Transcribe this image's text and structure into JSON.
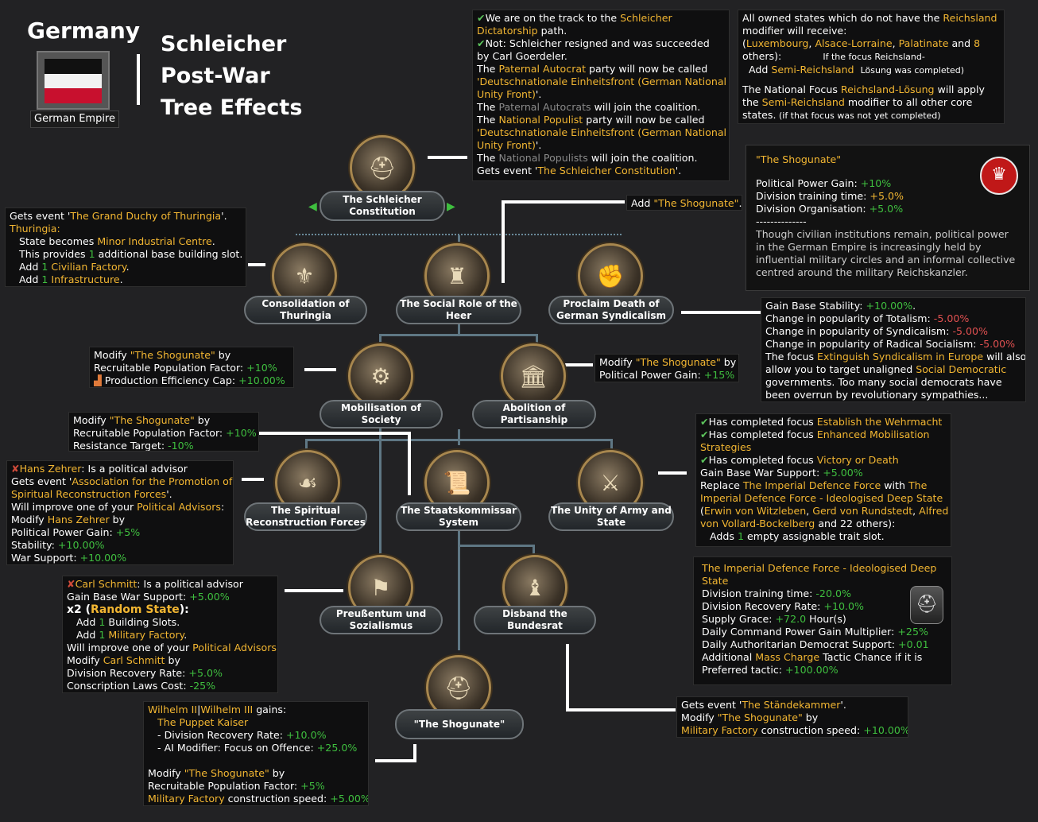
{
  "header": {
    "country": "Germany",
    "flag_caption": "German Empire",
    "flag_colors": [
      "#111111",
      "#f2f2f2",
      "#c8102e"
    ],
    "title_lines": [
      "Schleicher",
      "Post-War",
      "Tree Effects"
    ]
  },
  "nodes": {
    "schleicher": "The Schleicher Constitution",
    "thuringia": "Consolidation of Thuringia",
    "heer": "The Social Role of the Heer",
    "syndicalism": "Proclaim Death of German Syndicalism",
    "mobilisation": "Mobilisation of Society",
    "partisanship": "Abolition of Partisanship",
    "spiritual": "The Spiritual Reconstruction Forces",
    "staatskommissar": "The Staatskommissar System",
    "unity": "The Unity of Army and State",
    "preussentum": "Preußentum und Sozialismus",
    "bundesrat": "Disband the Bundesrat",
    "shogunate": "\"The Shogunate\""
  },
  "tt_schleicher": {
    "l1a": "We are on the track to the ",
    "l1b": "Schleicher",
    "l2a": "Dictatorship",
    " l2b": "",
    "l2c": " path.",
    "l3": "Not: Schleicher resigned and was succeeded",
    "l4": "by Carl Goerdeler.",
    "l5a": "The ",
    "l5b": "Paternal Autocrat",
    "l5c": " party will now be called",
    "l6": "'Deutschnationale Einheitsfront (German National",
    "l7a": "Unity Front)",
    "l7b": "'.",
    "l8a": "The ",
    "l8b": "Paternal Autocrats",
    "l8c": " will join the coalition.",
    "l9a": "The ",
    "l9b": "National Populist",
    "l9c": " party will now be called",
    "l10": "'Deutschnationale Einheitsfront (German National",
    "l11a": "Unity Front)",
    "l11b": "'.",
    "l12a": "The ",
    "l12b": "National Populists",
    "l12c": " will join the coalition.",
    "l13a": "Gets event '",
    "l13b": "The Schleicher Constitution",
    "l13c": "'."
  },
  "tt_reichsland": {
    "l1a": "All owned states which do not have the ",
    "l1b": "Reichsland",
    "l2": "modifier will receive:",
    "l3a": "(",
    "l3b": "Luxembourg",
    "l3c": ", ",
    "l3d": "Alsace-Lorraine",
    "l3e": ", ",
    "l3f": "Palatinate",
    "l3g": " and ",
    "l3h": "8",
    "l4": "others):",
    "l4n": "If the focus Reichsland-",
    "l5a": "Add ",
    "l5b": "Semi-Reichsland",
    "l5n": "Lösung was completed)",
    "l6a": "The National Focus ",
    "l6b": "Reichsland-Lösung",
    "l6c": " will apply",
    "l7a": "the ",
    "l7b": "Semi-Reichsland",
    "l7c": " modifier to all other core",
    "l8": "states.",
    "l8n": " (if that focus was not yet completed)"
  },
  "tt_add_shog": {
    "a": "Add ",
    "b": "\"The Shogunate\"",
    "c": "."
  },
  "tt_shogunate_info": {
    "title": "\"The Shogunate\"",
    "l1a": "Political Power Gain: ",
    "l1b": "+10%",
    "l2a": "Division training time: ",
    "l2b": "+5.0%",
    "l3a": "Division Organisation: ",
    "l3b": "+5.0%",
    "sep": "--------------",
    "d1": "Though civilian institutions remain, political power",
    "d2": "in the German Empire is increasingly held by",
    "d3": "influential military circles and an informal collective",
    "d4": "centred around the military Reichskanzler."
  },
  "tt_thuringia": {
    "l1a": "Gets event '",
    "l1b": "The Grand Duchy of Thuringia",
    "l1c": "'.",
    "l2": "Thuringia:",
    "l3a": "State becomes ",
    "l3b": "Minor Industrial Centre",
    "l4a": "This provides ",
    "l4b": "1",
    "l4c": " additional base building slot.",
    "l5a": "Add ",
    "l5b": "1",
    "l5c": " Civilian Factory",
    "l6a": "Add ",
    "l6b": "1",
    "l6c": " Infrastructure"
  },
  "tt_syndicalism": {
    "l1a": "Gain Base Stability: ",
    "l1b": "+10.00%",
    "l2a": "Change in popularity of Totalism: ",
    "l2b": "-5.00%",
    "l3a": "Change in popularity of Syndicalism: ",
    "l3b": "-5.00%",
    "l4a": "Change in popularity of Radical Socialism: ",
    "l4b": "-5.00%",
    "l5a": "The focus ",
    "l5b": "Extinguish Syndicalism in Europe",
    "l5c": " will also",
    "l6a": "allow you to target unaligned ",
    "l6b": "Social Democratic",
    "l7": "governments. Too many social democrats have",
    "l8": "been overrun by revolutionary sympathies..."
  },
  "tt_mobilisation": {
    "l1a": "Modify ",
    "l1b": "\"The Shogunate\"",
    "l1c": " by",
    "l2a": "Recruitable Population Factor: ",
    "l2b": "+10%",
    "l3a": "Production Efficiency Cap: ",
    "l3b": "+10.00%"
  },
  "tt_partisanship": {
    "l1a": "Modify ",
    "l1b": "\"The Shogunate\"",
    "l1c": " by",
    "l2a": "Political Power Gain: ",
    "l2b": "+15%"
  },
  "tt_staats": {
    "l1a": "Modify ",
    "l1b": "\"The Shogunate\"",
    "l1c": " by",
    "l2a": "Recruitable Population Factor: ",
    "l2b": "+10%",
    "l3a": "Resistance Target: ",
    "l3b": "-10%"
  },
  "tt_zehrer": {
    "l1a": "Hans Zehrer",
    "l1b": ": Is a political advisor",
    "l2a": "Gets event '",
    "l2b": "Association for the Promotion of",
    "l3a": "Spiritual Reconstruction Forces",
    "l3b": "'.",
    "l4a": "Will improve one of your ",
    "l4b": "Political Advisors",
    "l4c": ":",
    "l5a": "Modify ",
    "l5b": "Hans Zehrer",
    "l5c": " by",
    "l6a": "Political Power Gain: ",
    "l6b": "+5%",
    "l7a": "Stability: ",
    "l7b": "+10.00%",
    "l8a": "War Support: ",
    "l8b": "+10.00%"
  },
  "tt_unity": {
    "l1a": "Has completed focus ",
    "l1b": "Establish the Wehrmacht",
    "l2a": "Has completed focus ",
    "l2b": "Enhanced Mobilisation",
    "l3": "Strategies",
    "l4a": "Has completed focus ",
    "l4b": "Victory or Death",
    "l5a": "Gain Base War Support: ",
    "l5b": "+5.00%",
    "l6a": "Replace ",
    "l6b": "The Imperial Defence Force",
    "l6c": " with ",
    "l6d": "The",
    "l7": "Imperial Defence Force - Ideologised Deep State",
    "l8a": "(",
    "l8b": "Erwin von Witzleben",
    "l8c": ", ",
    "l8d": "Gerd von Rundstedt",
    "l8e": ", ",
    "l8f": "Alfred",
    "l9a": "von Vollard-Bockelberg",
    "l9b": " and 22 others):",
    "l10a": "Adds ",
    "l10b": "1",
    "l10c": " empty assignable trait slot."
  },
  "tt_deepstate": {
    "t1": "The Imperial Defence Force - Ideologised Deep",
    "t2": "State",
    "l1a": "Division training time: ",
    "l1b": "-20.0%",
    "l2a": "Division Recovery Rate: ",
    "l2b": "+10.0%",
    "l3a": "Supply Grace: ",
    "l3b": "+72.0",
    "l3c": " Hour(s)",
    "l4a": "Daily Command Power Gain Multiplier: ",
    "l4b": "+25%",
    "l5a": "Daily Authoritarian Democrat Support: ",
    "l5b": "+0.01",
    "l6a": "Additional ",
    "l6b": "Mass Charge",
    "l6c": " Tactic Chance if it is",
    "l7a": "Preferred tactic: ",
    "l7b": "+100.00%"
  },
  "tt_schmitt": {
    "l1a": "Carl Schmitt",
    "l1b": ": Is a political advisor",
    "l2a": "Gain Base War Support: ",
    "l2b": "+5.00%",
    "l3a": "x2 (",
    "l3b": "Random State",
    "l3c": "):",
    "l4a": "Add ",
    "l4b": "1",
    "l4c": " Building Slots.",
    "l5a": "Add ",
    "l5b": "1",
    "l5c": " Military Factory",
    "l6a": "Will improve one of your ",
    "l6b": "Political Advisors",
    "l6c": ":",
    "l7a": "Modify ",
    "l7b": "Carl Schmitt",
    "l7c": " by",
    "l8a": "Division Recovery Rate: ",
    "l8b": "+5.0%",
    "l9a": "Conscription Laws Cost: ",
    "l9b": "-25%"
  },
  "tt_bundesrat": {
    "l1a": "Gets event '",
    "l1b": "The Ständekammer",
    "l1c": "'.",
    "l2a": "Modify ",
    "l2b": "\"The Shogunate\"",
    "l2c": " by",
    "l3a": "Military Factory",
    "l3b": " construction speed: ",
    "l3c": "+10.00%"
  },
  "tt_kaiser": {
    "l1a": "Wilhelm II",
    "l1b": "Wilhelm III",
    "l1c": " gains:",
    "l2": "The Puppet Kaiser",
    "l3a": "- Division Recovery Rate: ",
    "l3b": "+10.0%",
    "l4a": "- AI Modifier: Focus on Offence: ",
    "l4b": "+25.0%",
    "l5a": "Modify ",
    "l5b": "\"The Shogunate\"",
    "l5c": " by",
    "l6a": "Recruitable Population Factor: ",
    "l6b": "+5%",
    "l7a": "Military Factory",
    "l7b": " construction speed: ",
    "l7c": "+5.00%"
  }
}
